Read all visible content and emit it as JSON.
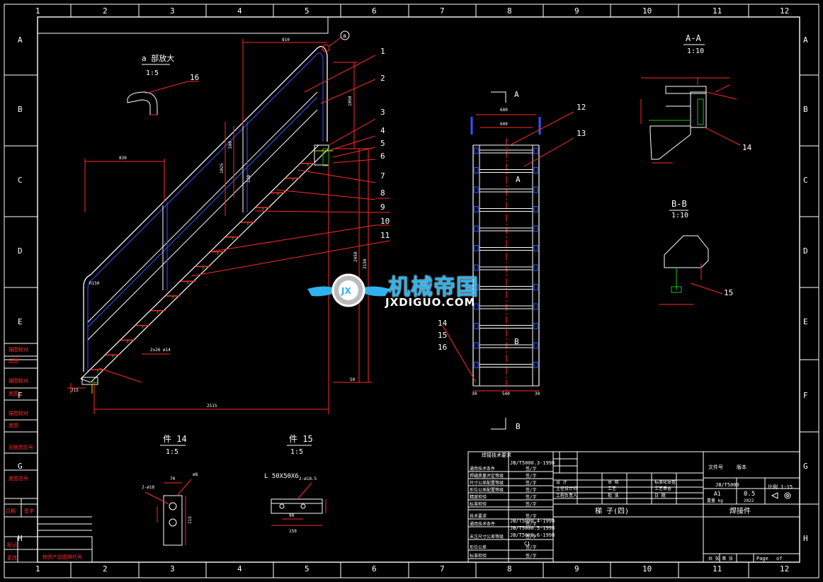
{
  "grid": {
    "columns": [
      "1",
      "2",
      "3",
      "4",
      "5",
      "6",
      "7",
      "8",
      "9",
      "10",
      "11",
      "12"
    ],
    "rows": [
      "A",
      "B",
      "C",
      "D",
      "E",
      "F",
      "G",
      "H"
    ]
  },
  "views": {
    "detail_a": {
      "title": "a 部放大",
      "scale": "1:5"
    },
    "section_aa": {
      "title": "A-A",
      "scale": "1:10"
    },
    "section_bb": {
      "title": "B-B",
      "scale": "1:10"
    },
    "part14": {
      "title": "件 14",
      "scale": "1:5"
    },
    "part15": {
      "title": "件 15",
      "scale": "1:5",
      "angle": "L 50X50X6"
    }
  },
  "dimensions": {
    "top_width": "810",
    "mid_width": "830",
    "base_length": "2515",
    "height_a": "1050",
    "height_b": "2450",
    "height_c": "3150",
    "d1": "500",
    "d2": "1025",
    "d3": "330",
    "radius": "R150",
    "ladder_outer": "680",
    "ladder_inner": "600",
    "ladder_bottom": "540",
    "ladder_left": "30",
    "ladder_right": "30",
    "step_note": "2x26 ø14",
    "foot": "J15",
    "dim_50": "50",
    "p14_w": "70",
    "p14_hole": "ø8",
    "p14_holes": "2-ø18",
    "p14_h": "115",
    "p15_holes": "2-ø18.5",
    "p15_w": "150",
    "p15_d": "90"
  },
  "balloons": [
    "1",
    "2",
    "3",
    "4",
    "5",
    "6",
    "7",
    "8",
    "9",
    "10",
    "11",
    "12",
    "13",
    "14",
    "15",
    "16"
  ],
  "balloons_multi": [
    "14",
    "15",
    "16"
  ],
  "section_marks": {
    "a": "A",
    "b": "B",
    "detail": "a"
  },
  "left_strip": [
    "描图校对",
    "底图",
    "描图校对",
    "底图",
    "描图校对",
    "底图",
    "旧底图总号",
    "底图总号",
    "日期",
    "签字",
    "标记",
    "更改"
  ],
  "title_block": {
    "drawing_name": "梯 子(四)",
    "part_name": "焊接件",
    "std_code": "JB/T5000",
    "sheet_size": "A1",
    "weight": "0.5",
    "scale": "比例 1:15",
    "mass_label": "重量 kg",
    "mass_value": "2022",
    "page": "Page",
    "of": "of",
    "tech_req_title": "焊接技术要求",
    "std1": "JB/T5000.3-1998",
    "std2": "JB/T5000.4-1998",
    "std3": "JB/T5000.5-1998",
    "std4": "JB/T5000.6-1998",
    "tol": "C1",
    "row_labels": [
      "通用技术条件",
      "焊缝质量评定等级",
      "尺寸公差配置等级",
      "形位公差配置等级",
      "精度检验",
      "标准检验",
      "技术要求",
      "通用技术条件",
      "未注尺寸公差等级",
      "形位公差",
      "标准检验"
    ],
    "sign": "签/字",
    "designer": "设 计",
    "chief": "主任设计师",
    "engineer": "工程负责人",
    "check": "审 核",
    "proc": "工艺",
    "approve": "批 准",
    "date": "日 期",
    "std_label": "标准化审查",
    "proc_label": "工艺审查",
    "status": "文件号",
    "rev": "版本",
    "sheets_label": "共 张 第 张",
    "stamp": "物资产品图样代号"
  },
  "watermark": {
    "name": "机械帝国",
    "url": "JXDIGUO.COM",
    "logo": "JX"
  },
  "colors": {
    "frame": "#ffffff",
    "dim": "#ff2a2a",
    "red": "#ff2020",
    "weld": "#19c419",
    "blue": "#3355ff",
    "cyan": "#2fb2ee",
    "yellow": "#e8e000"
  }
}
